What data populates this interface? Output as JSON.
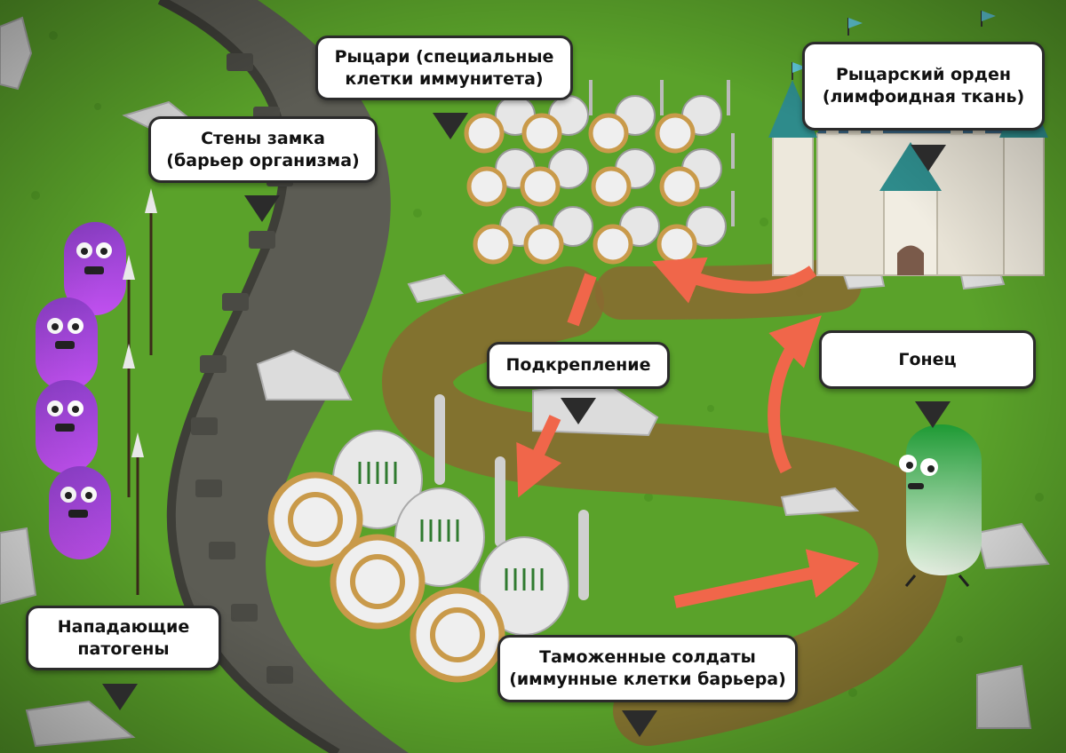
{
  "labels": {
    "knights": {
      "line1": "Рыцари (специальные",
      "line2": "клетки иммунитета)"
    },
    "order": {
      "line1": "Рыцарский орден",
      "line2": "(лимфоидная ткань)"
    },
    "walls": {
      "line1": "Стены замка",
      "line2": "(барьер организма)"
    },
    "reinforcement": {
      "line1": "Подкрепление"
    },
    "messenger": {
      "line1": "Гонец"
    },
    "pathogens": {
      "line1": "Нападающие",
      "line2": "патогены"
    },
    "customs": {
      "line1": "Таможенные солдаты",
      "line2": "(иммунные клетки барьера)"
    }
  },
  "colors": {
    "grass": "#5aa22a",
    "path": "#8a6a30",
    "wall": "#5c5c54",
    "pathogen": "#a640d6",
    "messenger": "#2fa83a",
    "arrow": "#f0664a",
    "shield_ring": "#c99a4a",
    "castle_roof": "#2e8b8b"
  }
}
